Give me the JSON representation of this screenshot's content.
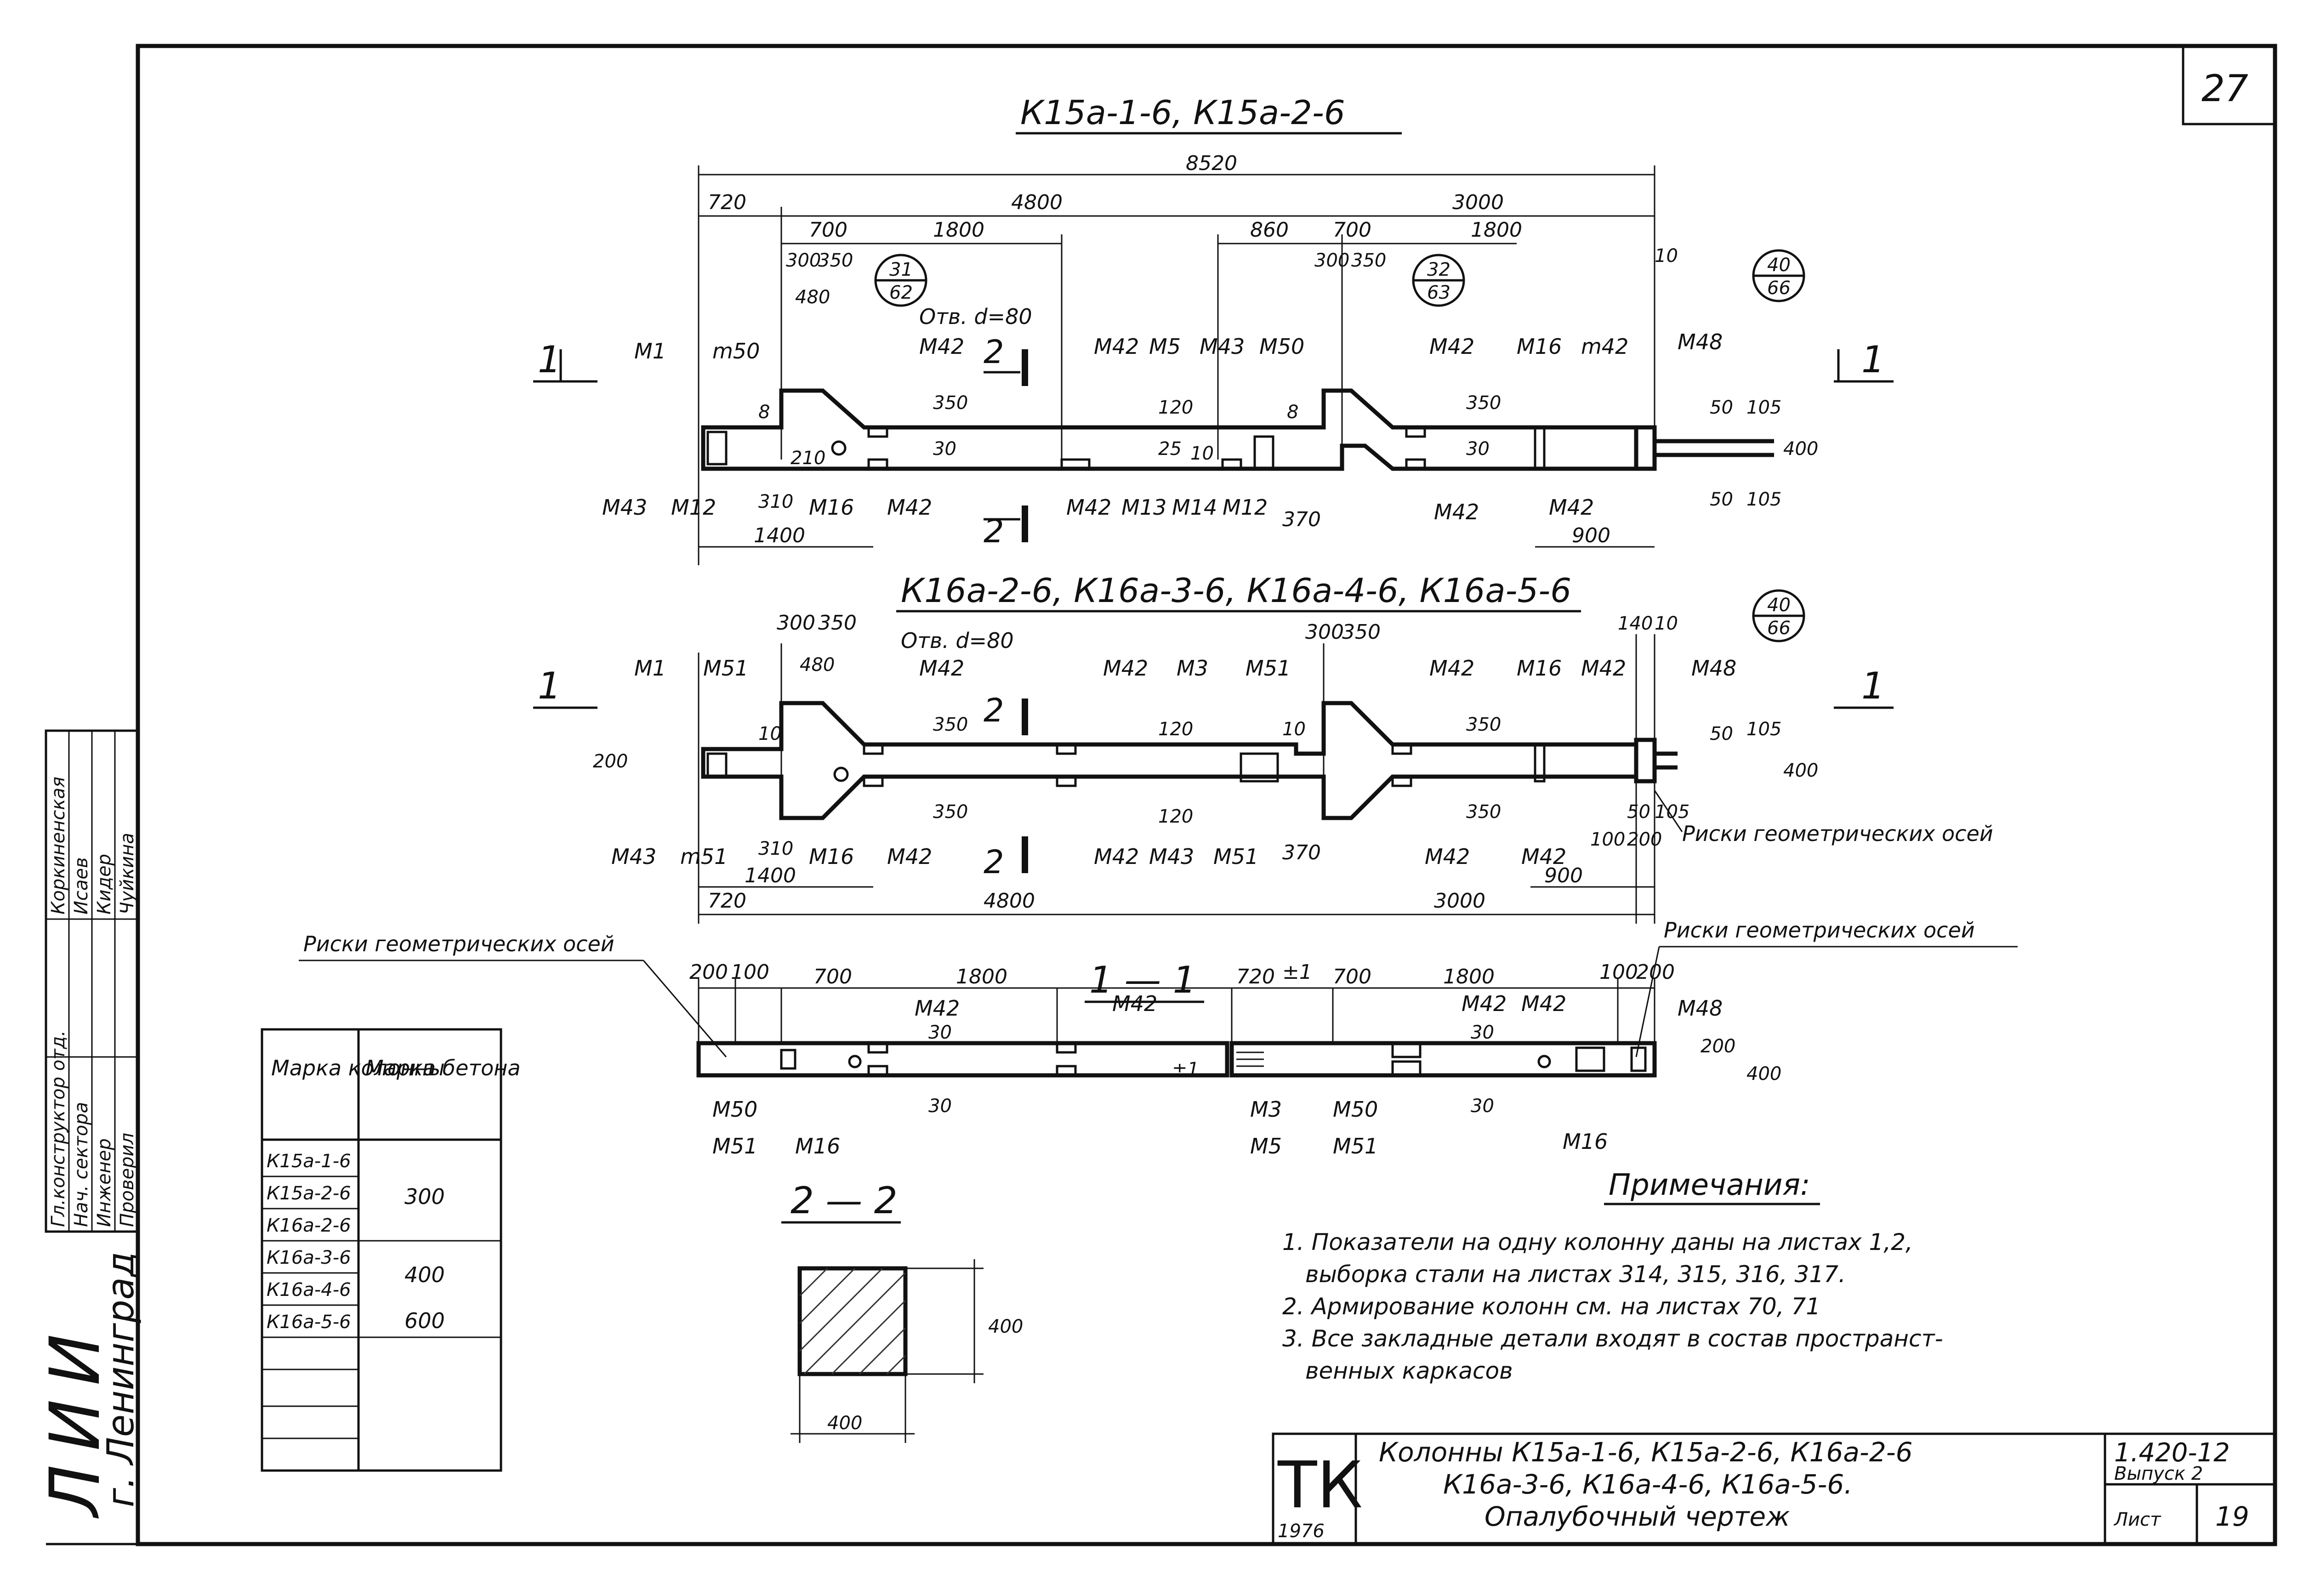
{
  "sheet_number": "27",
  "views": {
    "k15": {
      "title": "К15а-1-6, К15а-2-6",
      "dims_top": [
        "8520",
        "720",
        "4800",
        "3000",
        "700",
        "1800",
        "860",
        "700",
        "1800",
        "300",
        "350",
        "300",
        "350",
        "480",
        "10"
      ],
      "callouts": [
        "31",
        "62",
        "32",
        "63",
        "40",
        "66"
      ],
      "hole": "Отв. d=80",
      "marks": [
        "М1",
        "m50",
        "М42",
        "М42",
        "М5",
        "М43",
        "М50",
        "М42",
        "М16",
        "m42",
        "М48",
        "М43",
        "М12",
        "М16",
        "М42",
        "М42",
        "М13",
        "М14",
        "М12",
        "М42",
        "М42"
      ],
      "dims_side": [
        "8",
        "210",
        "350",
        "30",
        "120",
        "25",
        "10",
        "8",
        "350",
        "30",
        "50",
        "105",
        "400",
        "50",
        "105"
      ],
      "dims_bottom": [
        "310",
        "1400",
        "370",
        "900"
      ],
      "section_1": "1",
      "section_2": "2"
    },
    "k16": {
      "title": "К16а-2-6, К16а-3-6, К16а-4-6, К16а-5-6",
      "dims_top": [
        "300",
        "350",
        "480",
        "300",
        "350",
        "140",
        "10"
      ],
      "callouts": [
        "40",
        "66"
      ],
      "hole": "Отв. d=80",
      "marks": [
        "М1",
        "М51",
        "М42",
        "М42",
        "М3",
        "М51",
        "М42",
        "М16",
        "М42",
        "М48",
        "М43",
        "m51",
        "М16",
        "М42",
        "М42",
        "М43",
        "М51",
        "М42",
        "М42"
      ],
      "dims_side": [
        "200",
        "10",
        "350",
        "120",
        "10",
        "350",
        "50",
        "105",
        "400",
        "350",
        "120",
        "350",
        "50",
        "105",
        "100",
        "200"
      ],
      "dims_bottom": [
        "310",
        "1400",
        "720",
        "4800",
        "370",
        "3000",
        "900"
      ],
      "axis_label": "Риски геометрических осей",
      "section_1": "1",
      "section_2": "2"
    },
    "section_1_1": {
      "title": "1 — 1",
      "axis_label_left": "Риски геометрических осей",
      "axis_label_right": "Риски геометрических осей",
      "dims": [
        "200",
        "100",
        "700",
        "1800",
        "720",
        "±1",
        "700",
        "1800",
        "100",
        "200",
        "200",
        "400",
        "30",
        "30",
        "30",
        "30",
        "±1"
      ],
      "marks": [
        "М42",
        "М42",
        "М42",
        "М42",
        "М48",
        "М50",
        "М51",
        "М16",
        "М3",
        "М5",
        "М50",
        "М51",
        "М16"
      ]
    },
    "section_2_2": {
      "title": "2 — 2",
      "dims": [
        "400",
        "400"
      ]
    }
  },
  "concrete_table": {
    "headers": [
      "Марка колонны",
      "Марка бетона"
    ],
    "rows": [
      {
        "column": "К15а-1-6",
        "concrete": "300"
      },
      {
        "column": "К15а-2-6",
        "concrete": ""
      },
      {
        "column": "К16а-2-6",
        "concrete": ""
      },
      {
        "column": "К16а-3-6",
        "concrete": "400"
      },
      {
        "column": "К16а-4-6",
        "concrete": ""
      },
      {
        "column": "К16а-5-6",
        "concrete": "600"
      }
    ]
  },
  "notes": {
    "heading": "Примечания:",
    "items": [
      "1. Показатели на одну колонну даны на листах 1,2,",
      "выборка стали на листах 314, 315, 316, 317.",
      "2. Армирование колонн см. на листах 70, 71",
      "3. Все закладные детали входят в состав пространст-",
      "венных каркасов"
    ]
  },
  "signatures": {
    "roles": [
      "Гл.конструктор отд.",
      "Нач. сектора",
      "Инженер",
      "Проверил"
    ],
    "names": [
      "Коркиненская",
      "Исаев",
      "Кидер",
      "Чуйкина"
    ]
  },
  "org": {
    "logo_text": "ЛИИ",
    "city": "г. Ленинград"
  },
  "title_block": {
    "stamp": "ТК",
    "year": "1976",
    "line1": "Колонны К15а-1-6, К15а-2-6, К16а-2-6",
    "line2": "К16а-3-6, К16а-4-6, К16а-5-6.",
    "line3": "Опалубочный чертеж",
    "code": "1.420-12",
    "issue": "Выпуск 2",
    "sheet_label": "Лист",
    "sheet": "19"
  }
}
